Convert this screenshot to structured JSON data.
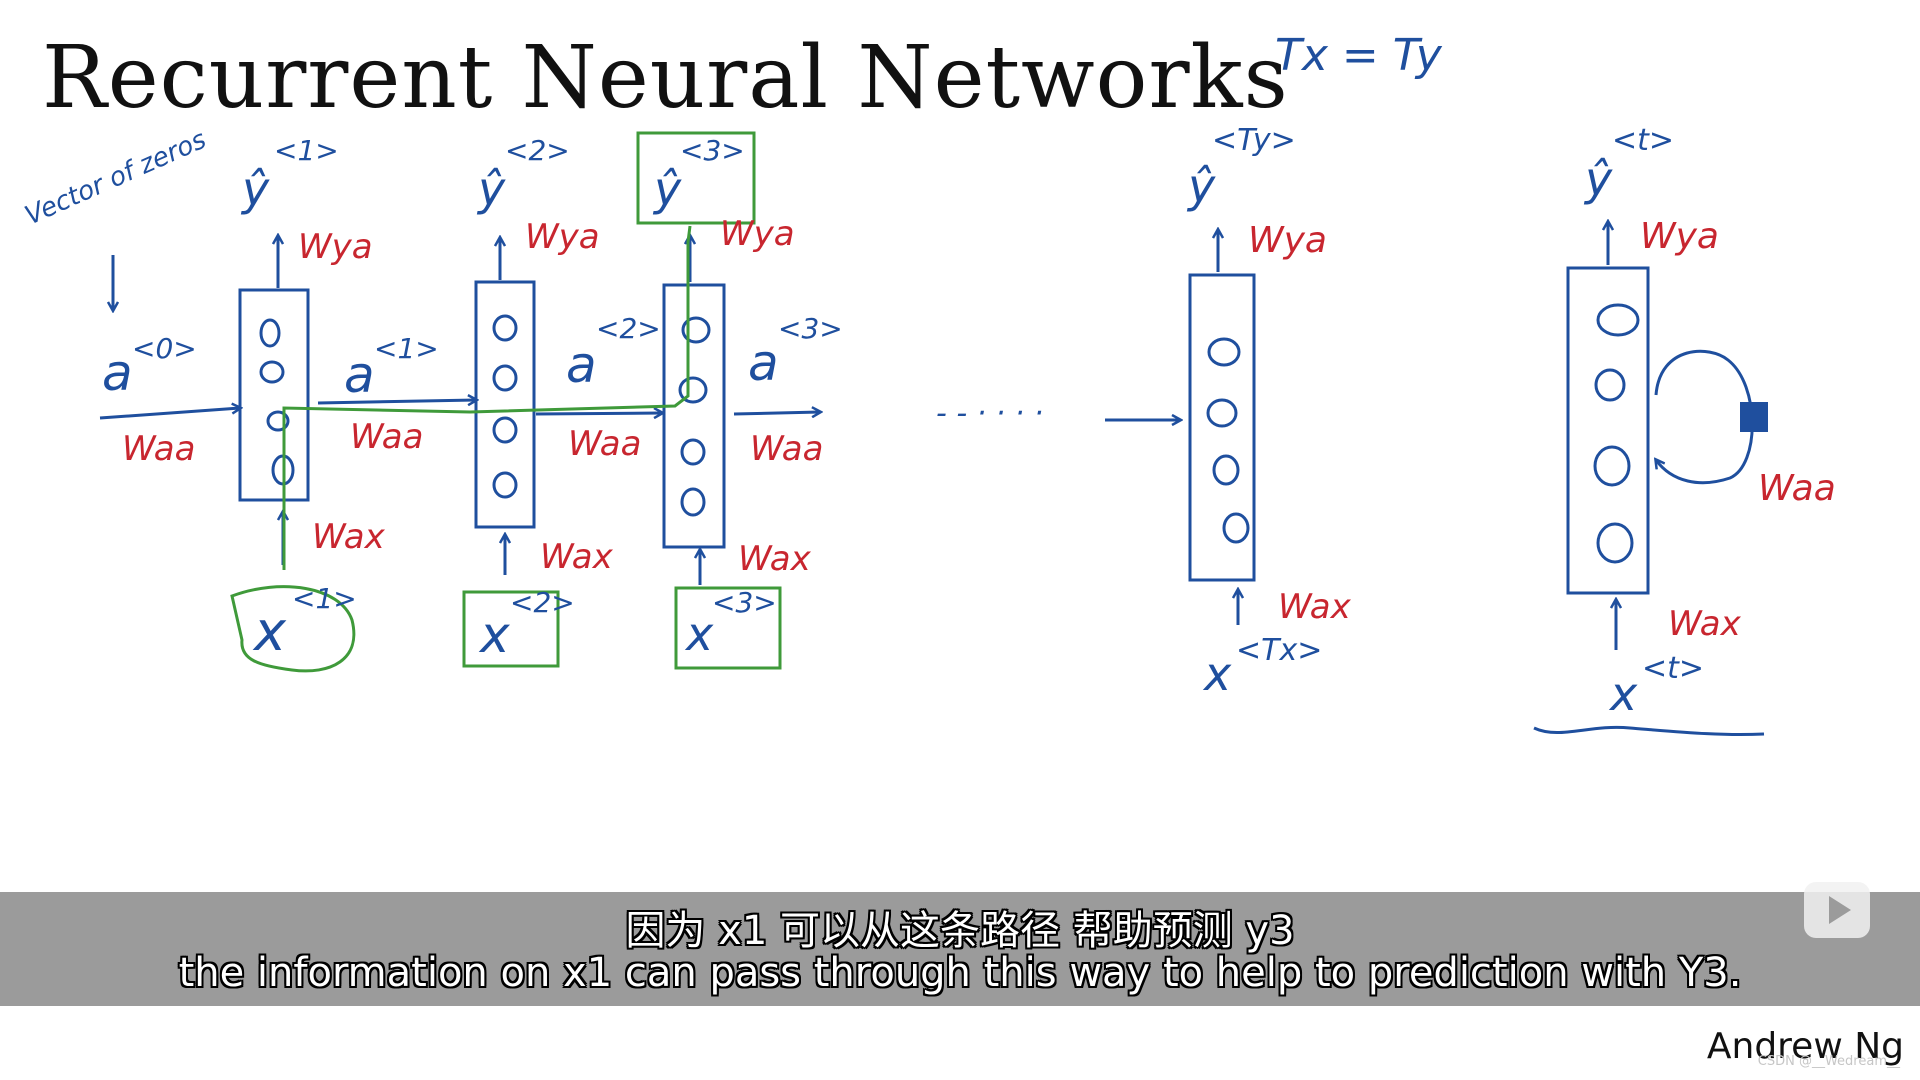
{
  "title": "Recurrent Neural Networks",
  "header_note": "Tx = Ty",
  "annotation_zero": "Vector of zeros",
  "cells": [
    {
      "x_label": "x",
      "x_sup": "<1>",
      "y_label": "ŷ",
      "y_sup": "<1>",
      "w_in": "Wax",
      "w_out": "Wya",
      "a_in": "a",
      "a_in_sup": "<0>",
      "w_rec": "Waa"
    },
    {
      "x_label": "x",
      "x_sup": "<2>",
      "y_label": "ŷ",
      "y_sup": "<2>",
      "w_in": "Wax",
      "w_out": "Wya",
      "a_in": "a",
      "a_in_sup": "<1>",
      "w_rec": "Waa"
    },
    {
      "x_label": "x",
      "x_sup": "<3>",
      "y_label": "ŷ",
      "y_sup": "<3>",
      "w_in": "Wax",
      "w_out": "Wya",
      "a_in": "a",
      "a_in_sup": "<2>",
      "w_rec": "Waa"
    }
  ],
  "a_after_3": "a",
  "a_after_3_sup": "<3>",
  "w_after_3": "Waa",
  "ellipsis": "- - · · · ·",
  "last_cell": {
    "x_label": "x",
    "x_sup": "<Tx>",
    "y_label": "ŷ",
    "y_sup": "<Ty>",
    "w_in": "Wax",
    "w_out": "Wya"
  },
  "loop_cell": {
    "x_label": "x",
    "x_sup": "<t>",
    "y_label": "ŷ",
    "y_sup": "<t>",
    "w_in": "Wax",
    "w_out": "Wya",
    "w_rec": "Waa"
  },
  "subtitle_zh": "因为 x1 可以从这条路径 帮助预测 y3",
  "subtitle_en": "the information on x1 can pass through this way to help to prediction with Y3.",
  "author": "Andrew Ng",
  "watermark": "CSDN @__Wedream__",
  "colors": {
    "ink_blue": "#1f4f9e",
    "ink_red": "#c8262f",
    "ink_green": "#3f9a3a",
    "subtitle_bg": "#9b9b9b"
  }
}
